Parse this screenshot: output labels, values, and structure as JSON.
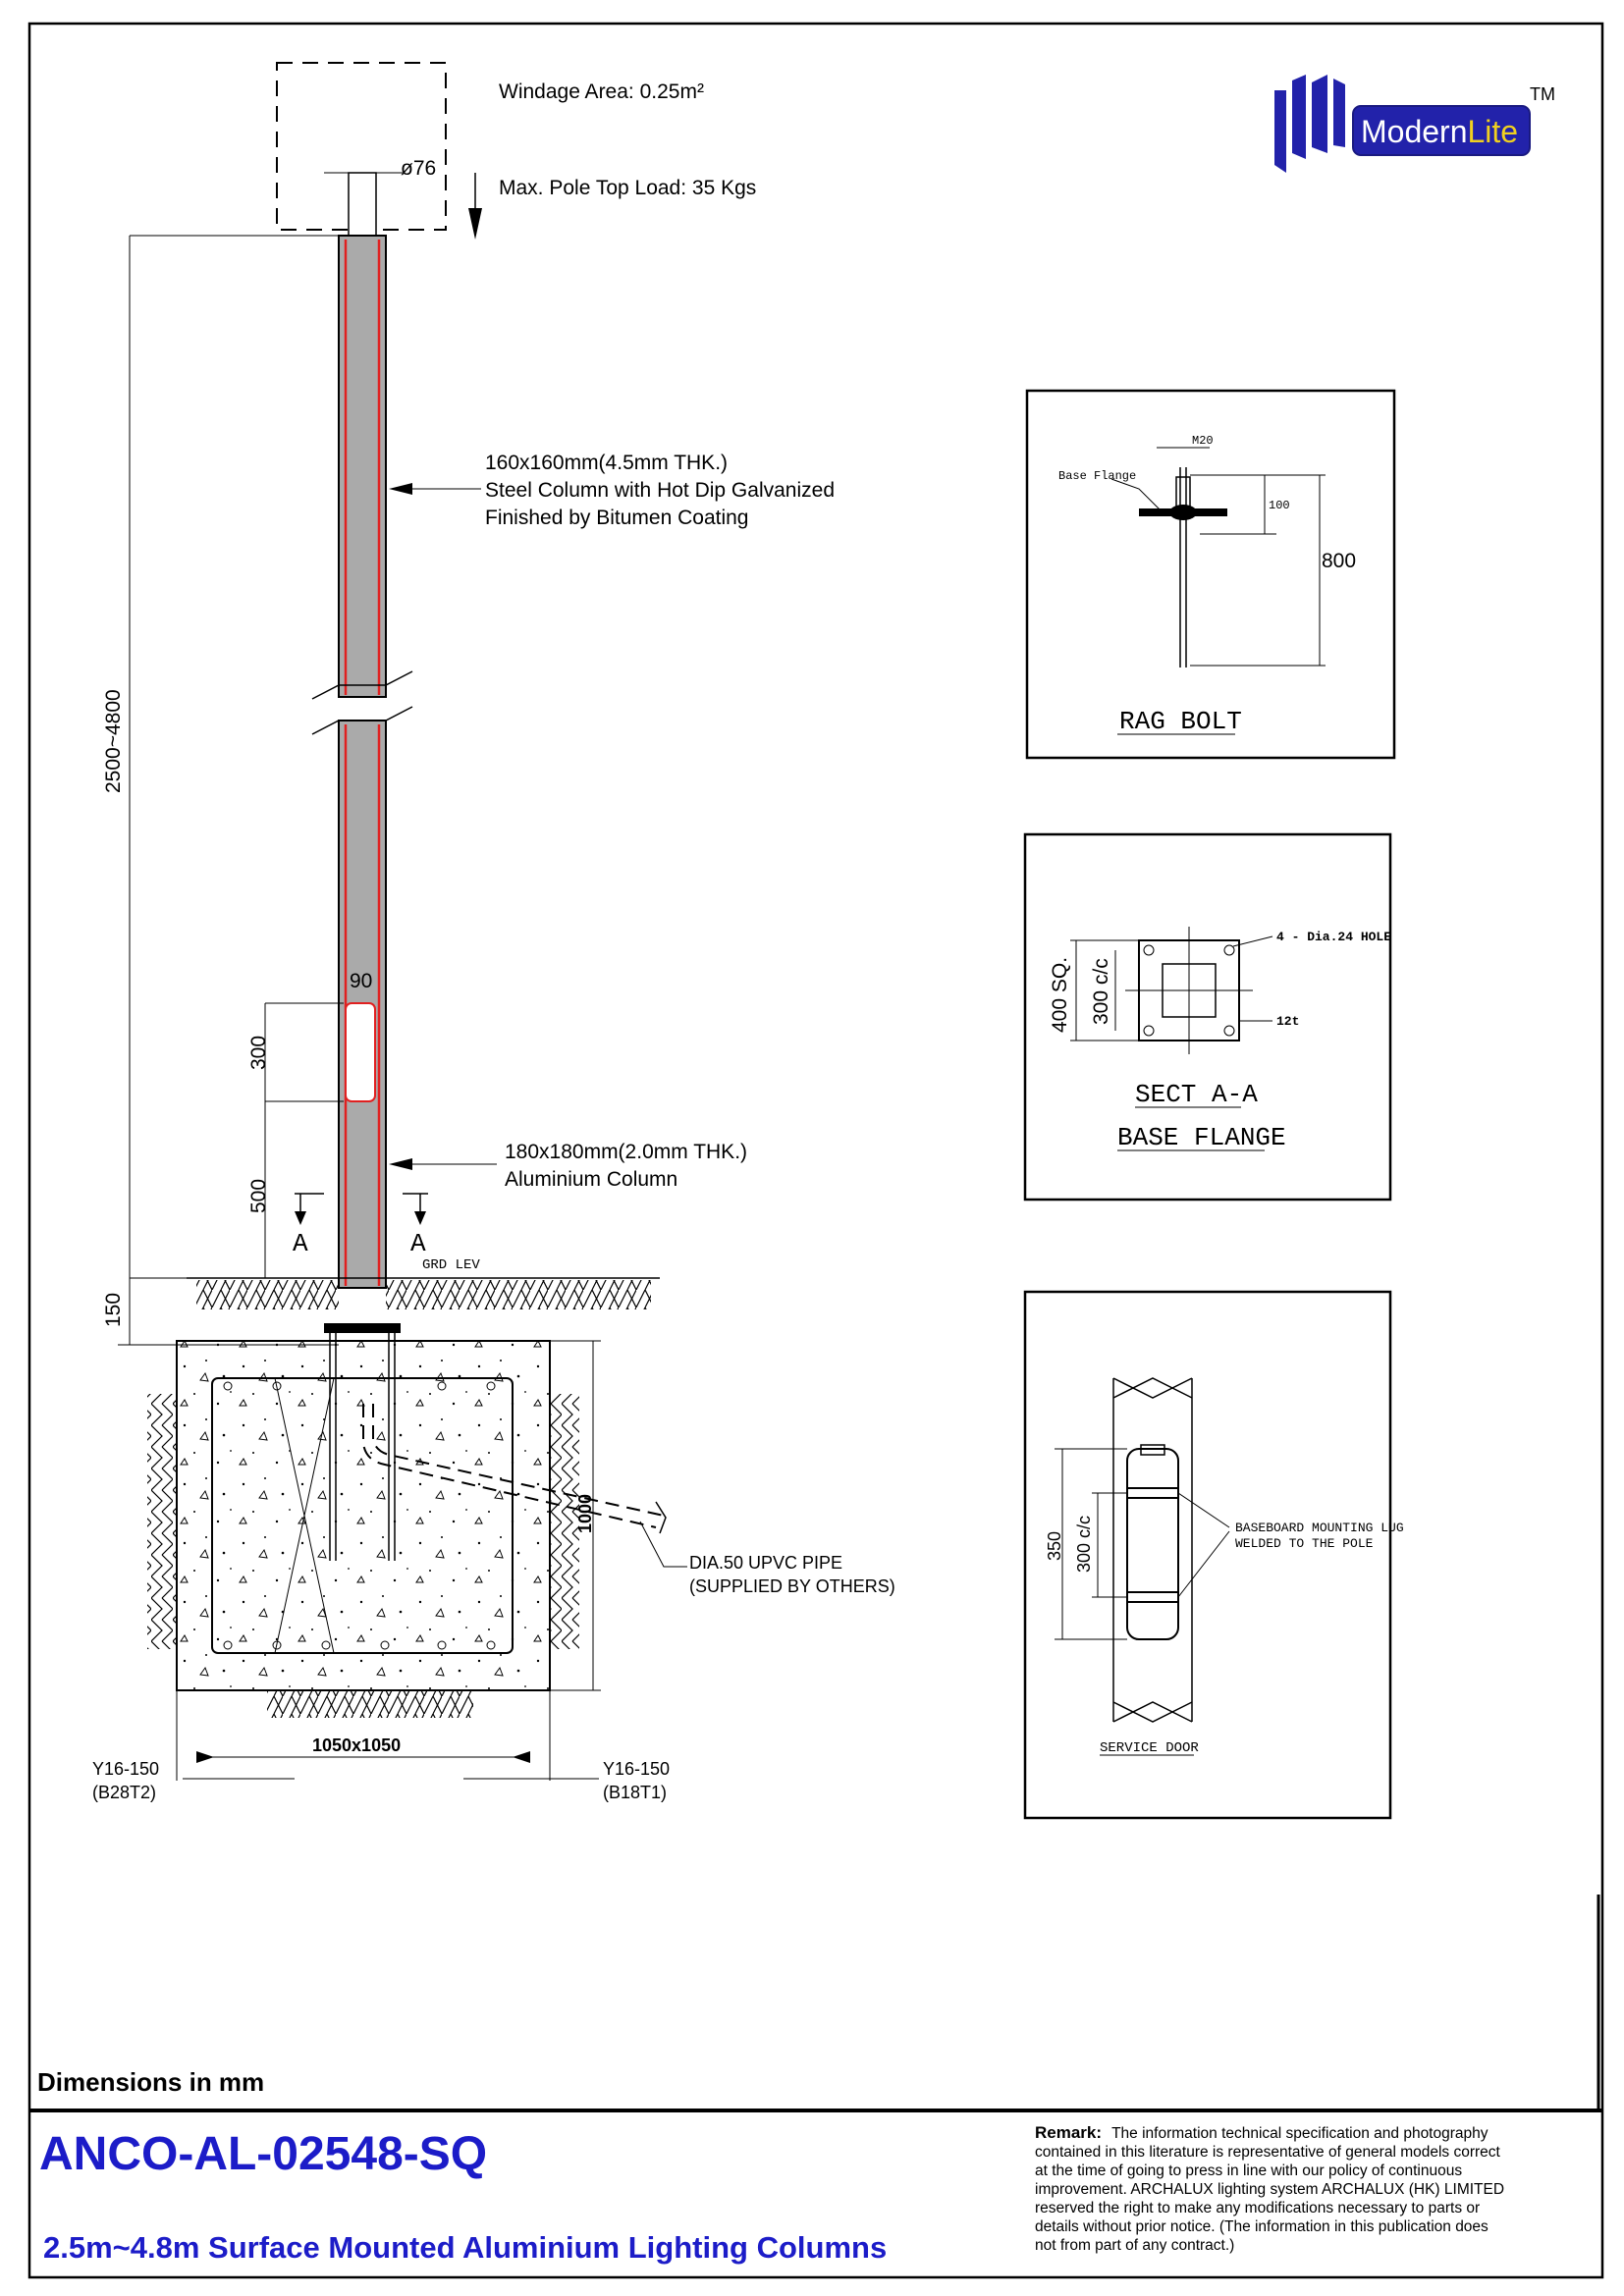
{
  "brand": {
    "logo_text": "ModernLite",
    "trademark": "TM",
    "colors": {
      "brand_blue": "#1c1cc8",
      "logo_box": "#2222aa",
      "logo_text_accent": "#f0d020"
    }
  },
  "main_view": {
    "windage_area": "Windage Area: 0.25m²",
    "top_load": "Max. Pole Top Load: 35 Kgs",
    "spigot_dia": "ø76",
    "height_range": "2500~4800",
    "steel_column": [
      "160x160mm(4.5mm THK.)",
      "Steel Column with Hot Dip Galvanized",
      "Finished by Bitumen Coating"
    ],
    "aluminium_column": [
      "180x180mm(2.0mm THK.)",
      "Aluminium Column"
    ],
    "door_width": "90",
    "door_height": "300",
    "door_offset": "500",
    "section_mark": "A",
    "ground_level": "GRD LEV",
    "embed_depth": "150",
    "foundation_depth": "1000",
    "foundation_size": "1050x1050",
    "pipe": [
      "DIA.50 UPVC PIPE",
      "(SUPPLIED BY OTHERS)"
    ],
    "rebar_left": [
      "Y16-150",
      "(B28T2)"
    ],
    "rebar_right": [
      "Y16-150",
      "(B18T1)"
    ]
  },
  "rag_bolt": {
    "title": "RAG BOLT",
    "base_flange": "Base Flange",
    "bolt": "M20",
    "dim_100": "100",
    "dim_800": "800"
  },
  "base_flange": {
    "title1": "SECT A-A",
    "title2": "BASE FLANGE",
    "holes": "4 - Dia.24 HOLE",
    "thickness": "12t",
    "dim_sq": "400 SQ.",
    "dim_cc": "300 c/c"
  },
  "service_door": {
    "title": "SERVICE DOOR",
    "lug_note": [
      "BASEBOARD MOUNTING LUG",
      "WELDED TO THE POLE"
    ],
    "dim_350": "350",
    "dim_cc": "300 c/c"
  },
  "footer": {
    "dimensions_note": "Dimensions in mm",
    "model_code": "ANCO-AL-02548-SQ",
    "description": "2.5m~4.8m Surface Mounted Aluminium Lighting Columns",
    "remark_label": "Remark:",
    "remark_lines": [
      "The information technical specification and photography",
      "contained in this literature  is representative of general models correct",
      "at the time of going to press in line with our policy of continuous",
      "improvement. ARCHALUX lighting system ARCHALUX (HK) LIMITED",
      "reserved the right to make any modifications necessary to parts or",
      "details without prior notice. (The information in this publication does",
      "not from part of any contract.)"
    ]
  }
}
